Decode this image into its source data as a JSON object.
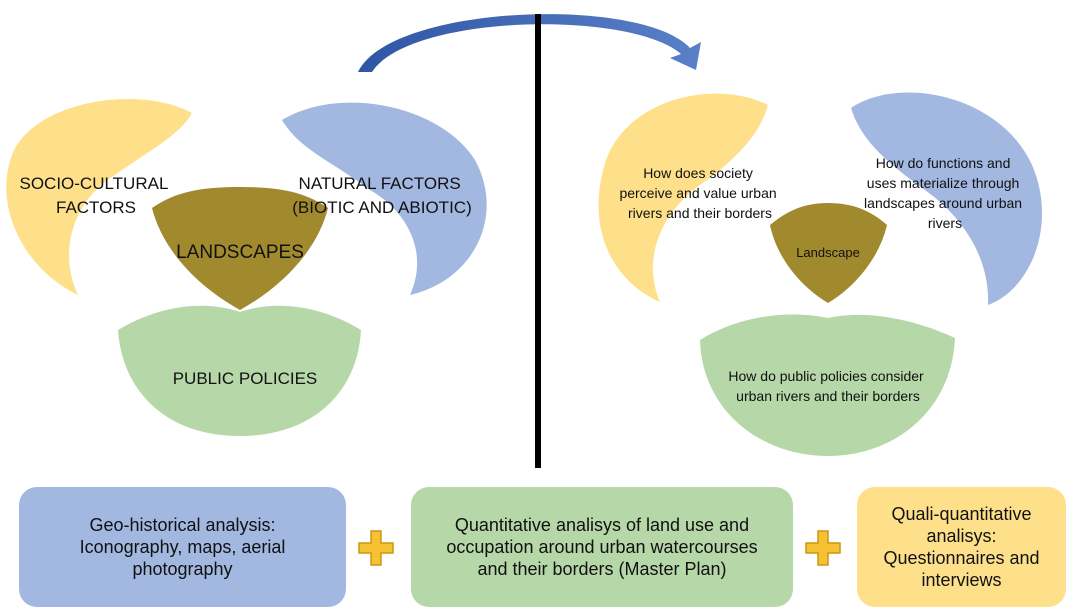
{
  "colors": {
    "yellow": "#FFE08A",
    "blue": "#A2B8E0",
    "green": "#B6D7A8",
    "olive": "#A18A2E",
    "arrow": "#3D64B0",
    "divider": "#000000",
    "plus": "#F6C233"
  },
  "left_venn": {
    "socio": [
      "SOCIO-CULTURAL",
      "FACTORS"
    ],
    "natural": [
      "NATURAL FACTORS",
      "(BIOTIC AND ABIOTIC)"
    ],
    "center": "LANDSCAPES",
    "policies": "PUBLIC POLICIES"
  },
  "right_venn": {
    "socio": [
      "How does society",
      "perceive and value urban",
      "rivers and their borders"
    ],
    "natural": [
      "How do functions and",
      "uses materialize through",
      "landscapes around urban",
      "rivers"
    ],
    "center": "Landscape",
    "policies": [
      "How do public policies consider",
      "urban rivers and their borders"
    ]
  },
  "methods": {
    "geo": "Geo-historical analysis:\nIconography, maps, aerial\nphotography",
    "quant": "Quantitative analisys of land use and\noccupation around urban watercourses\nand their borders (Master Plan)",
    "quali": "Quali-quantitative\nanalisys:\nQuestionnaires and\ninterviews"
  }
}
